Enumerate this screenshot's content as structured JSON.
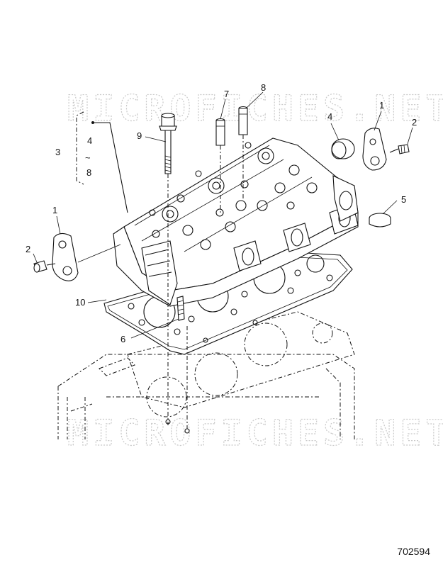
{
  "watermark": "MICROFICHES.NET",
  "document_number": "702594",
  "callouts": {
    "c1_top": "1",
    "c2_top": "2",
    "c3": "3",
    "c3_range_start": "4",
    "c3_range_sep": "~",
    "c3_range_end": "8",
    "c4": "4",
    "c5": "5",
    "c7": "7",
    "c8": "8",
    "c9": "9",
    "c1_left": "1",
    "c2_left": "2",
    "c10": "10",
    "c6": "6"
  }
}
